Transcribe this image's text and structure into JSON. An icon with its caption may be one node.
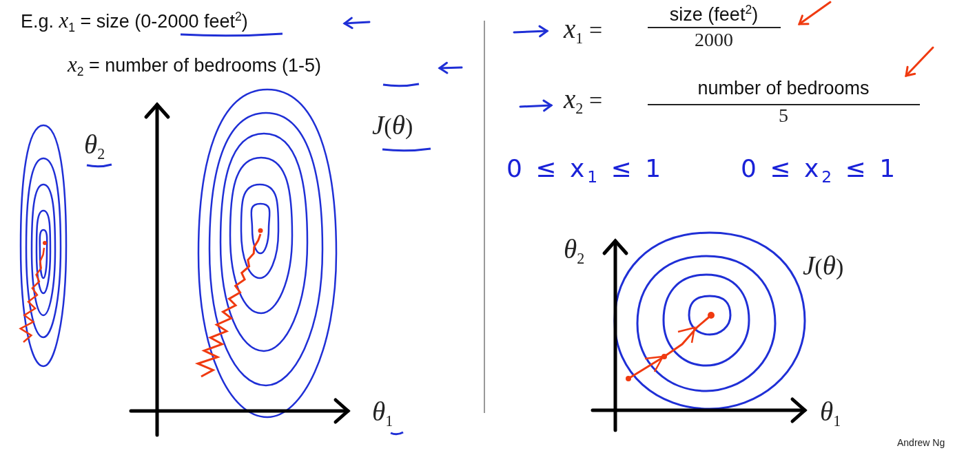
{
  "diagram": {
    "labels": [
      "E.g. *x*$_{1}$ = size (0-2000 feet$^{2}$)",
      "*x*$_{1}$ =",
      "size (feet$^{2}$)",
      "2000",
      "*x*$_{2}$ = number of bedrooms (1-5)",
      "*x*$_{2}$ =",
      "number of bedrooms",
      "5",
      "*J*(*θ*)",
      "*θ*$_{2}$",
      "0 ≤ x$_{1}$ ≤ 1",
      "0 ≤ x$_{2}$ ≤ 1",
      "*θ*$_{2}$",
      "*J*(*θ*)",
      "*θ*$_{1}$",
      "*θ*$_{1}$",
      "Andrew Ng"
    ]
  }
}
